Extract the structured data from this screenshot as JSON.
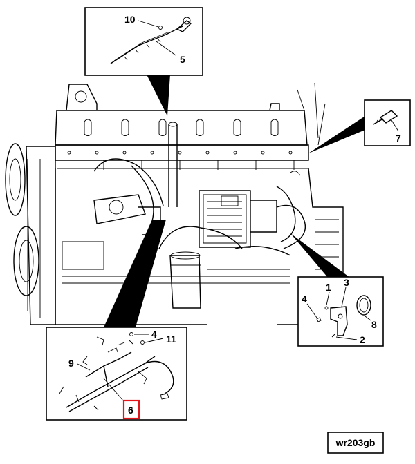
{
  "figure_id": "wr203gb",
  "highlight_color": "#e3151a",
  "callouts": {
    "top_inset": [
      "10",
      "5"
    ],
    "bolt_inset": [
      "7"
    ],
    "right_inset": [
      "1",
      "3",
      "4",
      "8",
      "2"
    ],
    "bottom_inset": [
      "4",
      "11",
      "9",
      "6"
    ]
  },
  "highlighted_callout": "6"
}
